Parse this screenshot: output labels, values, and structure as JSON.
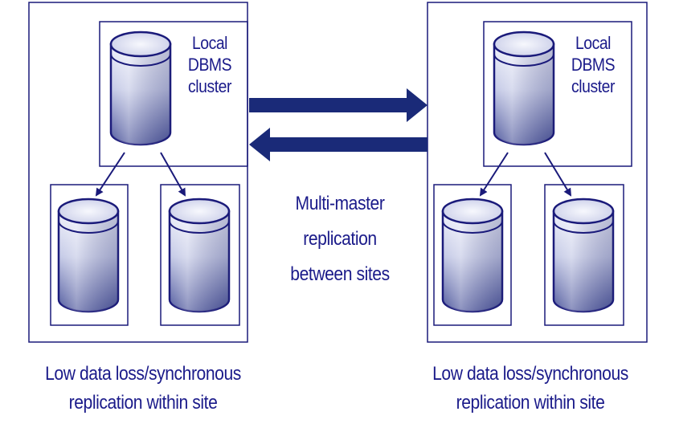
{
  "site_left": {
    "cluster_label": [
      "Local",
      "DBMS",
      "cluster"
    ],
    "caption": [
      "Low data loss/synchronous",
      "replication within site"
    ]
  },
  "site_right": {
    "cluster_label": [
      "Local",
      "DBMS",
      "cluster"
    ],
    "caption": [
      "Low data loss/synchronous",
      "replication within site"
    ]
  },
  "center_label": [
    "Multi-master",
    "replication",
    "between sites"
  ],
  "colors": {
    "line": "#1a1a7a",
    "text": "#1b1b8a",
    "arrow": "#1a2a78",
    "cyl_light": "#f2f3fb",
    "cyl_dark": "#5a64a8"
  }
}
